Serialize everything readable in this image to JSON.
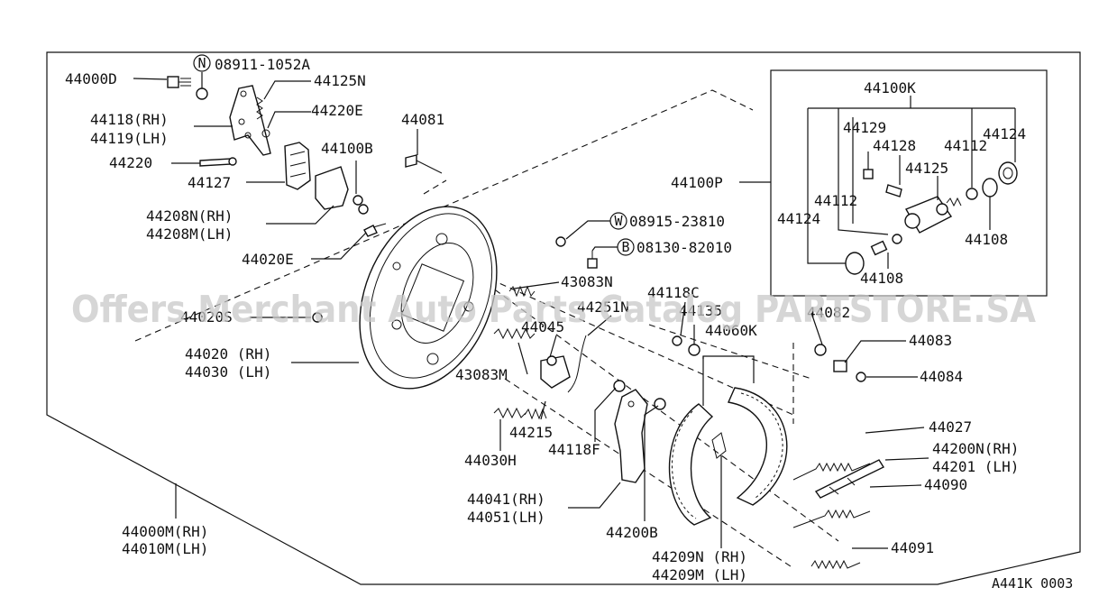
{
  "labels": {
    "p44000D": "44000D",
    "p08911": "08911-1052A",
    "p08911_sym": "N",
    "p44125N": "44125N",
    "p44118": "44118(RH)",
    "p44119": "44119(LH)",
    "p44220E": "44220E",
    "p44081": "44081",
    "p44100B": "44100B",
    "p44220": "44220",
    "p44127": "44127",
    "p44208N": "44208N(RH)",
    "p44208M": "44208M(LH)",
    "p44020E": "44020E",
    "p08915": "08915-23810",
    "p08915_sym": "W",
    "p08130": "08130-82010",
    "p08130_sym": "B",
    "p43083N": "43083N",
    "p44118C": "44118C",
    "p44020S": "44020S",
    "p44251N": "44251N",
    "p44135": "44135",
    "p44060K": "44060K",
    "p44082": "44082",
    "p44045": "44045",
    "p44083": "44083",
    "p44020": "44020 (RH)",
    "p44030": "44030 (LH)",
    "p43083M": "43083M",
    "p44084": "44084",
    "p44215": "44215",
    "p44118F": "44118F",
    "p44030H": "44030H",
    "p44027": "44027",
    "p44200N": "44200N(RH)",
    "p44201": "44201  (LH)",
    "p44090": "44090",
    "p44041": "44041(RH)",
    "p44051": "44051(LH)",
    "p44200B": "44200B",
    "p44000M": "44000M(RH)",
    "p44010M": "44010M(LH)",
    "p44091": "44091",
    "p44209N": "44209N (RH)",
    "p44209M": "44209M (LH)",
    "p44100P": "44100P",
    "k44100K": "44100K",
    "k44129": "44129",
    "k44124a": "44124",
    "k44128": "44128",
    "k44112a": "44112",
    "k44125": "44125",
    "k44112b": "44112",
    "k44124b": "44124",
    "k44108a": "44108",
    "k44108b": "44108"
  },
  "watermark": "Offers Merchant Auto Parts Catalog PARTSTORE.SA",
  "ref_code": "A441K 0003"
}
